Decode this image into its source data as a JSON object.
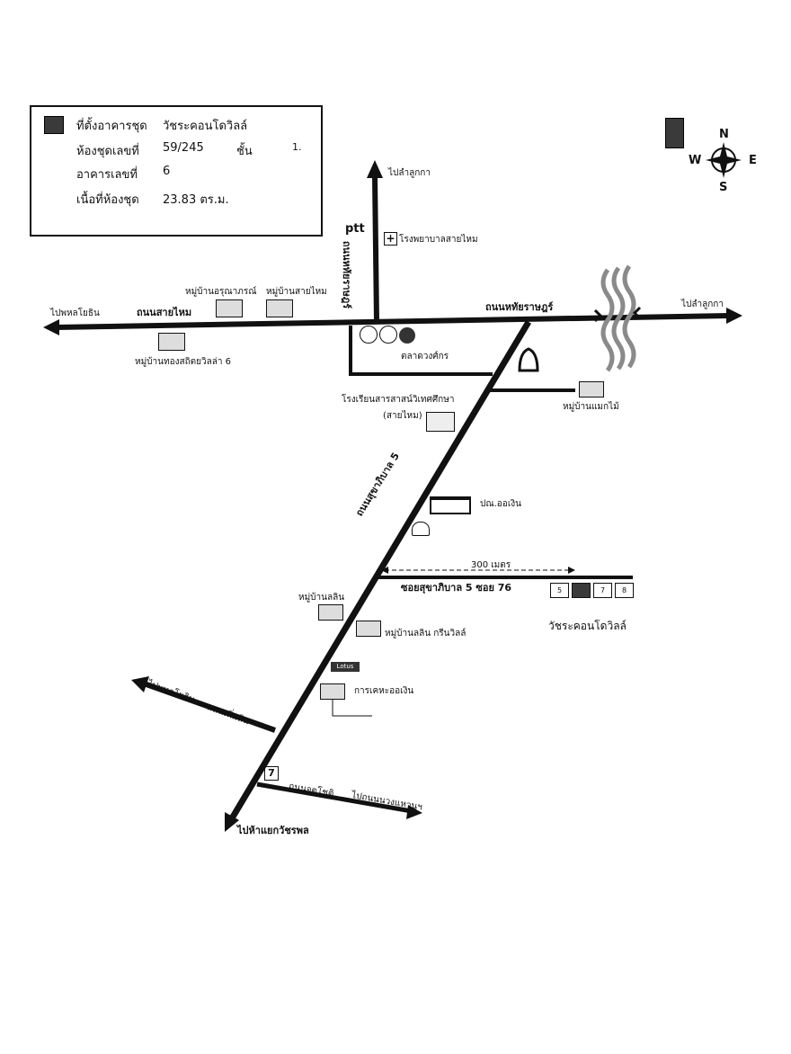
{
  "info": {
    "location_label": "ที่ตั้งอาคารชุด",
    "location_value": "วัชระคอนโดวิลล์",
    "room_label": "ห้องชุดเลขที่",
    "room_value": "59/245",
    "floor_label": "ชั้น",
    "floor_value": "1.",
    "building_label": "อาคารเลขที่",
    "building_value": "6",
    "area_label": "เนื้อที่ห้องชุด",
    "area_value": "23.83 ตร.ม."
  },
  "compass": {
    "n": "N",
    "s": "S",
    "e": "E",
    "w": "W"
  },
  "labels": {
    "to_lamlukka_north": "ไปลำลูกกา",
    "to_lamlukka_east": "ไปลำลูกกา",
    "ptt": "ptt",
    "hospital": "โรงพยาบาลสายไหม",
    "road_vertical": "ถนนหทัยราษฎร์",
    "to_phahon_west": "ไปพหลโยธิน",
    "road_saimai": "ถนนสายไหม",
    "road_hathai": "ถนนหทัยราษฎร์",
    "village_arun": "หมู่บ้านอรุณาภรณ์",
    "village_saimai": "หมู่บ้านสายไหม",
    "village_thongsathit": "หมู่บ้านทองสถิตยวิลล่า 6",
    "market": "ตลาดวงศ์กร",
    "school_line1": "โรงเรียนสารสาสน์วิเทศศึกษา",
    "school_line2": "(สายไหม)",
    "village_maekmai": "หมู่บ้านแมกไม้",
    "post_office": "ปณ.ออเงิน",
    "road_sukha5": "ถนนสุขาภิบาล 5",
    "distance": "300 เมตร",
    "soi": "ซอยสุขาภิบาล 5 ซอย 76",
    "condo_name": "วัชระคอนโดวิลล์",
    "village_lalin": "หมู่บ้านลลิน",
    "village_lalin_green": "หมู่บ้านลลิน กรีนวิลล์",
    "lotus": "Lotus",
    "housing_oengoen": "การเคหะออเงิน",
    "to_phahon_sw": "ไปพหลโยธิน",
    "road_phoemsin": "ถนนเพิ่มสิน",
    "road_chatchot": "ถนนจตุโชติ",
    "to_nuanhwang": "ไปถนนนวงแหวนฯ",
    "to_wacharaphon": "ไปห้าแยกวัชรพล",
    "seven_eleven": "7"
  },
  "units": [
    "5",
    "",
    "7",
    "8"
  ],
  "colors": {
    "road": "#111111",
    "highlight": "#3a3a3a",
    "river": "#8a8a8a"
  }
}
